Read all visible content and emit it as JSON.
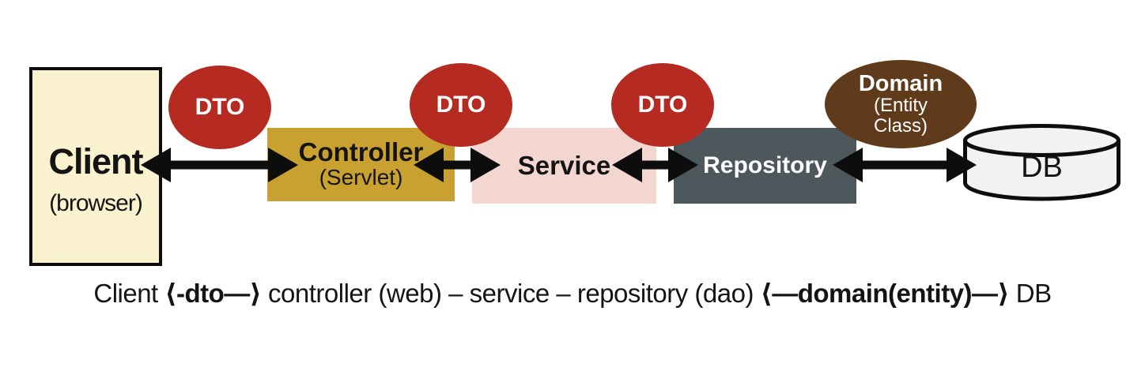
{
  "colors": {
    "canvas-bg": "#ffffff",
    "ink": "#0d0d0d",
    "client-bg": "#faf2cf",
    "dto-bg": "#b52a21",
    "controller-bg": "#c9a130",
    "service-bg": "#f3d6d0",
    "repository-bg": "#4d585c",
    "domain-bg": "#5f3a1b",
    "db-bg": "#f2f2f2",
    "text-dark": "#141414",
    "text-light": "#ffffff"
  },
  "nodes": {
    "client": {
      "title": "Client",
      "subtitle": "(browser)"
    },
    "controller": {
      "title": "Controller",
      "subtitle": "(Servlet)"
    },
    "service": {
      "title": "Service"
    },
    "repository": {
      "title": "Repository"
    },
    "domain": {
      "title": "Domain",
      "subtitle_lines": [
        "(Entity",
        "Class)"
      ]
    },
    "db": {
      "title": "DB"
    },
    "dto_labels": [
      "DTO",
      "DTO",
      "DTO"
    ]
  },
  "caption": {
    "segments": [
      {
        "text": "Client ",
        "bold": false
      },
      {
        "text": "⟨-dto—⟩",
        "bold": true
      },
      {
        "text": " controller (web) – service – repository (dao) ",
        "bold": false
      },
      {
        "text": "⟨—domain(entity)—⟩",
        "bold": true
      },
      {
        "text": " DB",
        "bold": false
      }
    ]
  }
}
